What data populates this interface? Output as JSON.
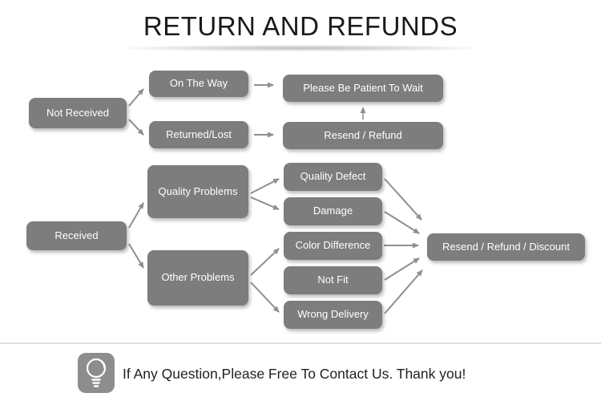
{
  "title": "RETURN AND REFUNDS",
  "nodes": {
    "not_received": "Not Received",
    "on_the_way": "On The Way",
    "returned_lost": "Returned/Lost",
    "please_wait": "Please Be Patient To Wait",
    "resend_refund": "Resend / Refund",
    "received": "Received",
    "quality_problems": "Quality Problems",
    "other_problems": "Other Problems",
    "quality_defect": "Quality Defect",
    "damage": "Damage",
    "color_difference": "Color Difference",
    "not_fit": "Not Fit",
    "wrong_delivery": "Wrong Delivery",
    "resend_refund_discount": "Resend / Refund / Discount"
  },
  "edges": [
    {
      "from": "not_received",
      "to": "on_the_way"
    },
    {
      "from": "not_received",
      "to": "returned_lost"
    },
    {
      "from": "on_the_way",
      "to": "please_wait"
    },
    {
      "from": "returned_lost",
      "to": "resend_refund"
    },
    {
      "from": "resend_refund",
      "to": "please_wait"
    },
    {
      "from": "received",
      "to": "quality_problems"
    },
    {
      "from": "received",
      "to": "other_problems"
    },
    {
      "from": "quality_problems",
      "to": "quality_defect"
    },
    {
      "from": "quality_problems",
      "to": "damage"
    },
    {
      "from": "other_problems",
      "to": "color_difference"
    },
    {
      "from": "other_problems",
      "to": "wrong_delivery"
    },
    {
      "from": "quality_defect",
      "to": "resend_refund_discount"
    },
    {
      "from": "damage",
      "to": "resend_refund_discount"
    },
    {
      "from": "color_difference",
      "to": "resend_refund_discount"
    },
    {
      "from": "not_fit",
      "to": "resend_refund_discount"
    },
    {
      "from": "wrong_delivery",
      "to": "resend_refund_discount"
    }
  ],
  "footer": {
    "message": "If Any Question,Please Free To Contact Us. Thank you!",
    "icon": "light-bulb-icon"
  },
  "colors": {
    "node_bg": "#7d7d7d",
    "node_text": "#ffffff",
    "arrow": "#8f8f8f",
    "title_text": "#1a1a1a",
    "divider": "#e0e0e0",
    "icon_bg": "#8d8d8d",
    "footer_text": "#1f1f1f",
    "background": "#ffffff"
  }
}
